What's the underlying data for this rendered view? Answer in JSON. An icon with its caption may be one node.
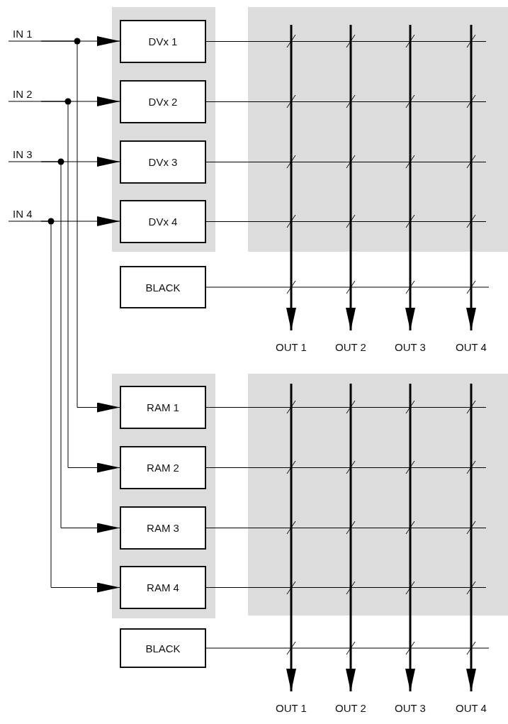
{
  "diagram": {
    "nodes": [
      {
        "text": [
          "IN 1"
        ]
      },
      {
        "text": [
          "IN 2"
        ]
      },
      {
        "text": [
          "IN 3"
        ]
      },
      {
        "text": [
          "IN 4"
        ]
      },
      {
        "text": [
          "DVx 1"
        ]
      },
      {
        "text": [
          "DVx 2"
        ]
      },
      {
        "text": [
          "DVx 3"
        ]
      },
      {
        "text": [
          "DVx 4"
        ]
      },
      {
        "text": [
          "BLACK"
        ]
      },
      {
        "text": [
          "OUT 1"
        ]
      },
      {
        "text": [
          "OUT 2"
        ]
      },
      {
        "text": [
          "OUT 3"
        ]
      },
      {
        "text": [
          "OUT 4"
        ]
      },
      {
        "text": [
          "RAM 1"
        ]
      },
      {
        "text": [
          "RAM 2"
        ]
      },
      {
        "text": [
          "RAM 3"
        ]
      },
      {
        "text": [
          "RAM 4"
        ]
      },
      {
        "text": [
          "BLACK"
        ]
      },
      {
        "text": [
          "OUT 1"
        ]
      },
      {
        "text": [
          "OUT 2"
        ]
      },
      {
        "text": [
          "OUT 3"
        ]
      },
      {
        "text": [
          "OUT 4"
        ]
      }
    ],
    "edges": [
      {
        "from": 0,
        "to": 4,
        "arrow": "to"
      },
      {
        "from": 1,
        "to": 5,
        "arrow": "to"
      },
      {
        "from": 2,
        "to": 6,
        "arrow": "to"
      },
      {
        "from": 3,
        "to": 7,
        "arrow": "to"
      },
      {
        "from": 0,
        "to": 13,
        "arrow": "to"
      },
      {
        "from": 1,
        "to": 14,
        "arrow": "to"
      },
      {
        "from": 2,
        "to": 15,
        "arrow": "to"
      },
      {
        "from": 3,
        "to": 16,
        "arrow": "to"
      },
      {
        "from": 4,
        "to": null,
        "arrow": "none"
      },
      {
        "from": 5,
        "to": null,
        "arrow": "none"
      },
      {
        "from": 6,
        "to": null,
        "arrow": "none"
      },
      {
        "from": 7,
        "to": null,
        "arrow": "none"
      },
      {
        "from": 8,
        "to": null,
        "arrow": "none"
      },
      {
        "from": null,
        "to": 9,
        "arrow": "to",
        "style": "thick"
      },
      {
        "from": null,
        "to": 10,
        "arrow": "to",
        "style": "thick"
      },
      {
        "from": null,
        "to": 11,
        "arrow": "to",
        "style": "thick"
      },
      {
        "from": null,
        "to": 12,
        "arrow": "to",
        "style": "thick"
      },
      {
        "from": 13,
        "to": null,
        "arrow": "none"
      },
      {
        "from": 14,
        "to": null,
        "arrow": "none"
      },
      {
        "from": 15,
        "to": null,
        "arrow": "none"
      },
      {
        "from": 16,
        "to": null,
        "arrow": "none"
      },
      {
        "from": 17,
        "to": null,
        "arrow": "none"
      },
      {
        "from": null,
        "to": 18,
        "arrow": "to",
        "style": "thick"
      },
      {
        "from": null,
        "to": 19,
        "arrow": "to",
        "style": "thick"
      },
      {
        "from": null,
        "to": 20,
        "arrow": "to",
        "style": "thick"
      },
      {
        "from": null,
        "to": 21,
        "arrow": "to",
        "style": "thick"
      }
    ]
  }
}
